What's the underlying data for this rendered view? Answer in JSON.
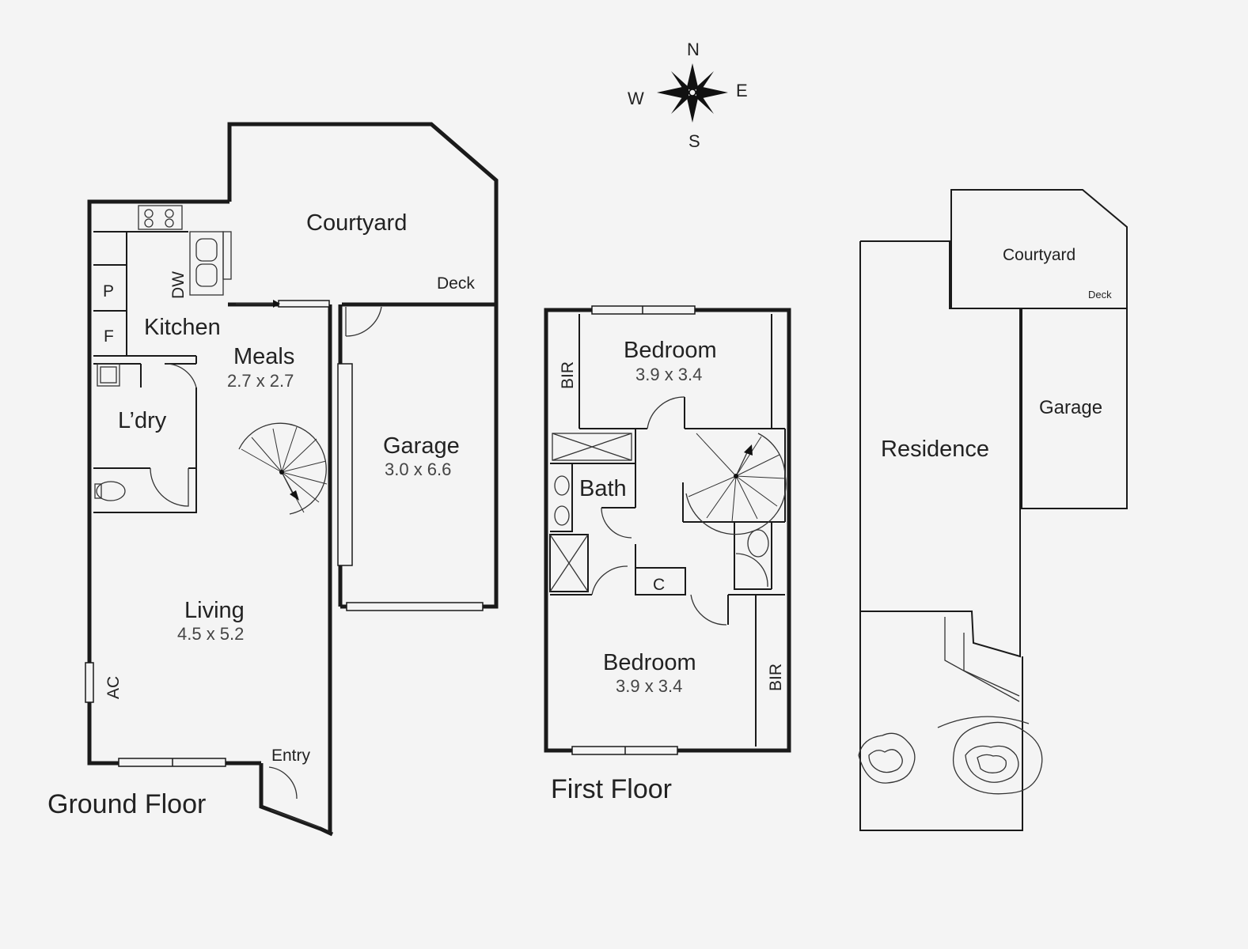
{
  "compass": {
    "n": "N",
    "s": "S",
    "e": "E",
    "w": "W"
  },
  "ground_floor": {
    "title": "Ground Floor",
    "courtyard": "Courtyard",
    "deck": "Deck",
    "kitchen": "Kitchen",
    "meals": {
      "name": "Meals",
      "dim": "2.7 x 2.7"
    },
    "laundry": "L’dry",
    "garage": {
      "name": "Garage",
      "dim": "3.0 x 6.6"
    },
    "living": {
      "name": "Living",
      "dim": "4.5 x 5.2"
    },
    "entry": "Entry",
    "pantry": "P",
    "fridge": "F",
    "dishwasher": "DW",
    "ac": "AC"
  },
  "first_floor": {
    "title": "First Floor",
    "bedroom_north": {
      "name": "Bedroom",
      "dim": "3.9 x 3.4"
    },
    "bedroom_south": {
      "name": "Bedroom",
      "dim": "3.9 x 3.4"
    },
    "bath": "Bath",
    "bir": "BIR",
    "cupboard": "C"
  },
  "site_plan": {
    "courtyard": "Courtyard",
    "deck": "Deck",
    "garage": "Garage",
    "residence": "Residence"
  }
}
